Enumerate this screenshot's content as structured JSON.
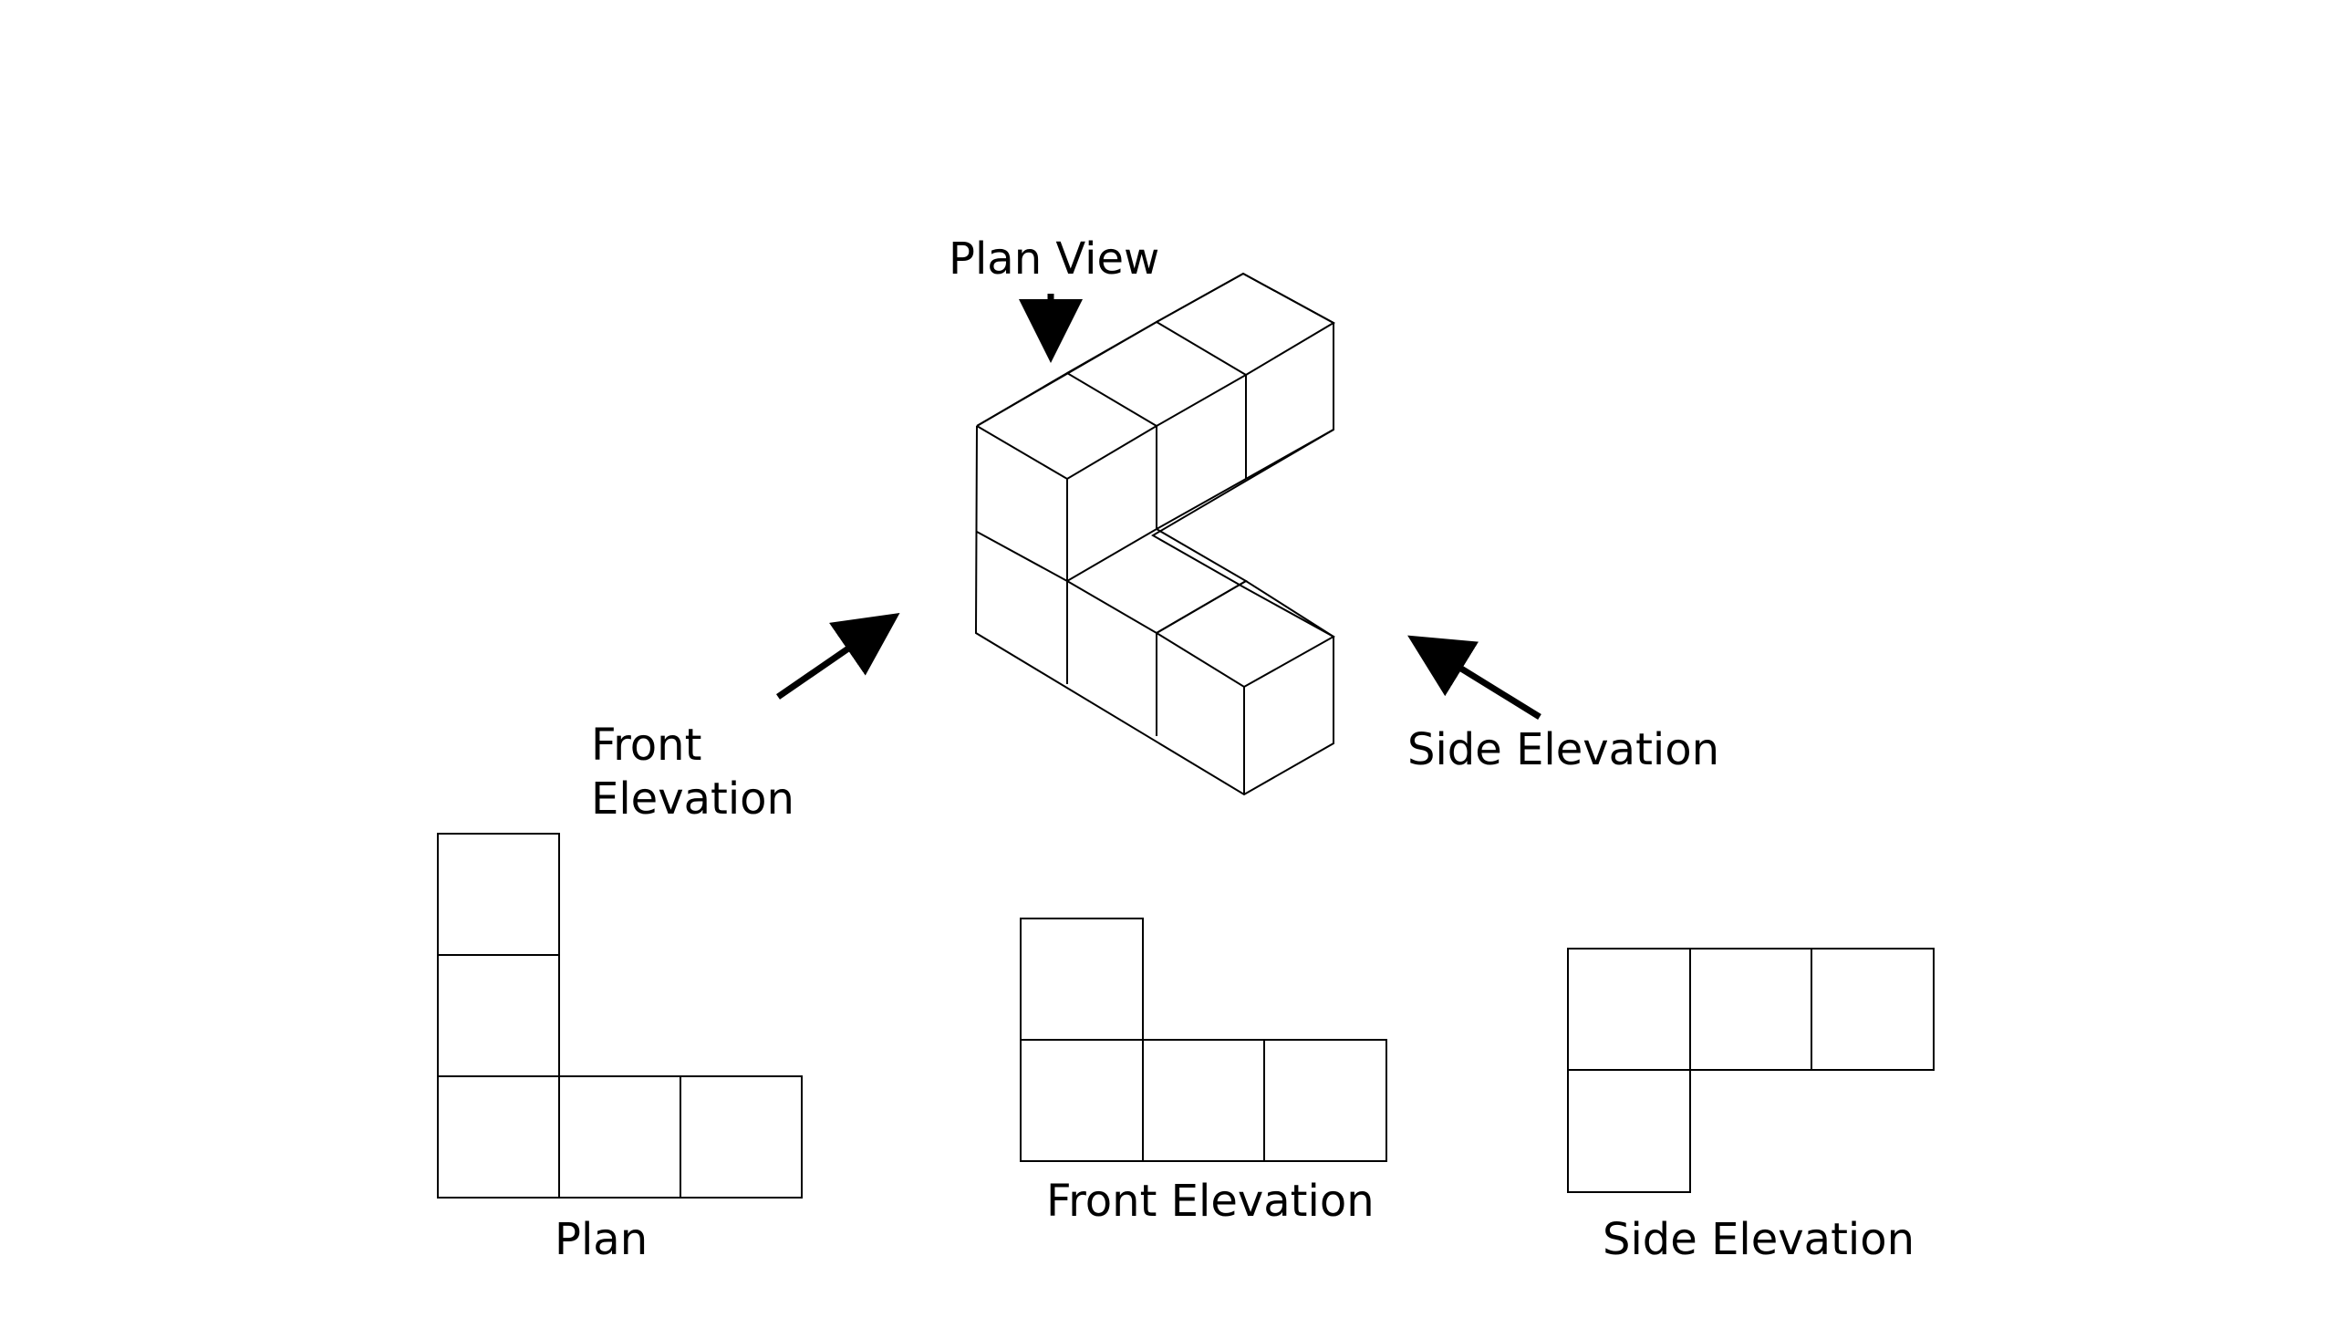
{
  "labels": {
    "plan_view": "Plan View",
    "front_elevation_arrow_line1": "Front",
    "front_elevation_arrow_line2": "Elevation",
    "side_elevation_arrow": "Side Elevation",
    "plan": "Plan",
    "front_elevation": "Front Elevation",
    "side_elevation": "Side Elevation"
  },
  "colors": {
    "line": "#000000",
    "background": "#ffffff"
  }
}
